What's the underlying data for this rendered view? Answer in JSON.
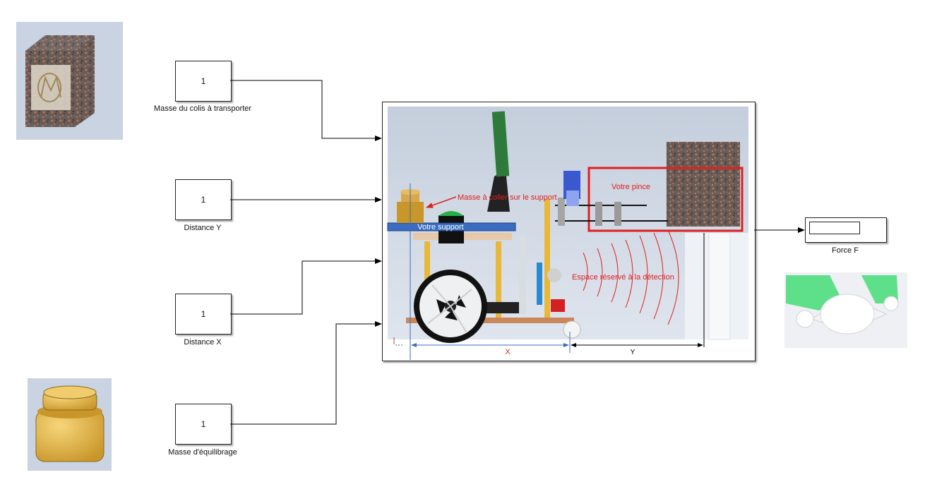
{
  "blocks": {
    "masse_colis": {
      "value": "1",
      "label": "Masse du colis à transporter"
    },
    "distance_y": {
      "value": "1",
      "label": "Distance Y"
    },
    "distance_x": {
      "value": "1",
      "label": "Distance X"
    },
    "masse_equilibrage": {
      "value": "1",
      "label": "Masse d'équilibrage"
    }
  },
  "display": {
    "label": "Force F"
  },
  "scene": {
    "masse_annotation": "Masse à coller sur le support",
    "support_label": "Votre support",
    "pince_label": "Votre pince",
    "detection_label": "Espace réservé à la détection",
    "dim_x": "X",
    "dim_y": "Y"
  },
  "colors": {
    "annotation_red": "#e02020",
    "support_blue": "#3a6cc0",
    "gold": "#e8b83a",
    "scene_bg": "#c9d3e0"
  },
  "images": {
    "cube": "textured-cube-with-logo",
    "weight": "calibration-weight",
    "gripper": "gripper-part"
  }
}
